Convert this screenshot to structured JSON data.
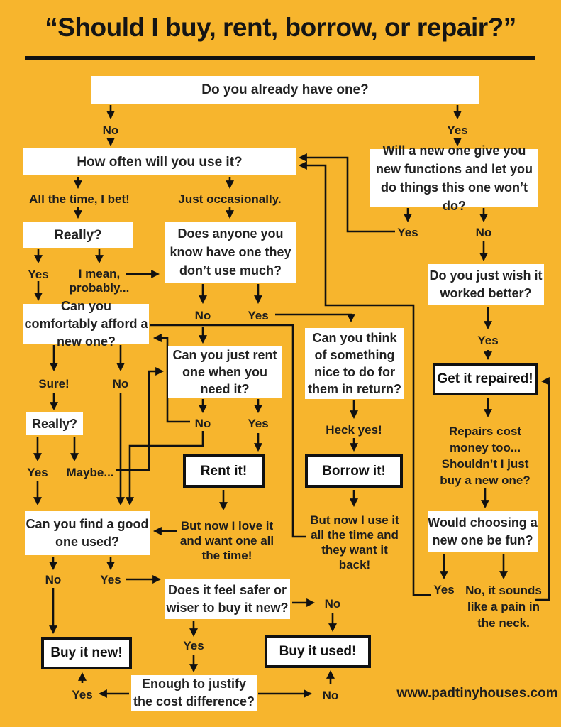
{
  "title": "“Should I buy, rent, borrow, or repair?”",
  "website": "www.padtinyhouses.com",
  "colors": {
    "background": "#F7B52D",
    "box_fill": "#FFFFFF",
    "line": "#111111",
    "ink": "#1D1D1D"
  },
  "questions": {
    "have_one": "Do you already have one?",
    "how_often": "How often will you use it?",
    "really_1": "Really?",
    "anyone": "Does anyone you know have one they don’t use much?",
    "afford": "Can you comfortably afford a new one?",
    "rent_one": "Can you just rent one when you need it?",
    "really_2": "Really?",
    "think_nice": "Can you think of something nice to do for them in return?",
    "new_functions": "Will a new one give you new functions and let you do things this one won’t do?",
    "wish_better": "Do you just wish it worked better?",
    "fun": "Would choosing a new one be fun?",
    "find_used": "Can you find a good one used?",
    "safer": "Does it feel safer or wiser to buy it new?",
    "enough": "Enough to justify the cost difference?"
  },
  "results": {
    "rent_it": "Rent it!",
    "borrow_it": "Borrow it!",
    "repair_it": "Get it repaired!",
    "buy_new": "Buy it new!",
    "buy_used": "Buy it used!"
  },
  "labels": {
    "no_have": "No",
    "yes_have": "Yes",
    "all_the_time": "All the time, I bet!",
    "just_occasionally": "Just occasionally.",
    "yes_really1": "Yes",
    "i_mean": "I mean, probably...",
    "no_anyone": "No",
    "yes_anyone": "Yes",
    "sure": "Sure!",
    "no_afford": "No",
    "yes_really2": "Yes",
    "maybe": "Maybe...",
    "no_rent": "No",
    "yes_rent": "Yes",
    "heck_yes": "Heck yes!",
    "yes_newfunc": "Yes",
    "no_newfunc": "No",
    "yes_wish": "Yes",
    "repairs_cost": "Repairs cost money too... Shouldn’t I just buy a new one?",
    "yes_fun": "Yes",
    "no_fun": "No, it sounds like a pain in the neck.",
    "love_it": "But now I love it and want one all the time!",
    "use_it": "But now I use it all the time and they want it back!",
    "no_used": "No",
    "yes_used": "Yes",
    "no_safer": "No",
    "yes_safer": "Yes",
    "yes_enough": "Yes",
    "no_enough": "No"
  }
}
